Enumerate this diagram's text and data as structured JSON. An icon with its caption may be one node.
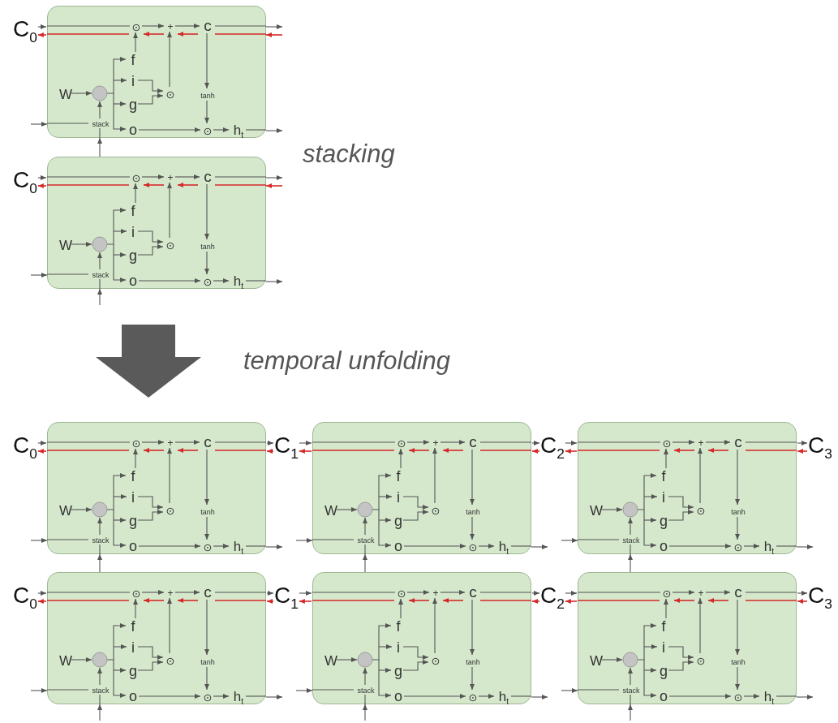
{
  "diagram": {
    "nodes": [
      {
        "text": [
          "C$_{0}$"
        ]
      },
      {
        "text": [
          "⊙",
          "+",
          "c",
          "f",
          "i",
          "W",
          "⊙",
          "tanh",
          "g",
          "stack",
          "o",
          "⊙",
          "h$_{t}$"
        ]
      },
      {
        "text": [
          "C$_{0}$"
        ]
      },
      {
        "text": [
          "⊙",
          "+",
          "c",
          "f",
          "i",
          "W",
          "⊙",
          "tanh",
          "g",
          "stack",
          "o",
          "⊙",
          "h$_{t}$"
        ]
      },
      {
        "text": [
          "C$_{0}$"
        ]
      },
      {
        "text": [
          "⊙",
          "+",
          "c",
          "f",
          "i",
          "W",
          "⊙",
          "tanh",
          "g",
          "stack",
          "o",
          "⊙",
          "h$_{t}$"
        ]
      },
      {
        "text": [
          "C$_{1}$"
        ]
      },
      {
        "text": [
          "⊙",
          "+",
          "c",
          "f",
          "i",
          "W",
          "⊙",
          "tanh",
          "g",
          "stack",
          "o",
          "⊙",
          "h$_{t}$"
        ]
      },
      {
        "text": [
          "C$_{2}$"
        ]
      },
      {
        "text": [
          "⊙",
          "+",
          "c",
          "f",
          "i",
          "W",
          "⊙",
          "tanh",
          "g",
          "stack",
          "o",
          "⊙",
          "h$_{t}$"
        ]
      },
      {
        "text": [
          "C$_{3}$"
        ]
      },
      {
        "text": [
          "C$_{0}$"
        ]
      },
      {
        "text": [
          "⊙",
          "+",
          "c",
          "f",
          "i",
          "W",
          "⊙",
          "tanh",
          "g",
          "stack",
          "o",
          "⊙",
          "h$_{t}$"
        ]
      },
      {
        "text": [
          "C$_{1}$"
        ]
      },
      {
        "text": [
          "⊙",
          "+",
          "c",
          "f",
          "i",
          "W",
          "⊙",
          "tanh",
          "g",
          "stack",
          "o",
          "⊙",
          "h$_{t}$"
        ]
      },
      {
        "text": [
          "C$_{2}$"
        ]
      },
      {
        "text": [
          "⊙",
          "+",
          "c",
          "f",
          "i",
          "W",
          "⊙",
          "tanh",
          "g",
          "stack",
          "o",
          "⊙",
          "h$_{t}$"
        ]
      },
      {
        "text": [
          "C$_{3}$"
        ]
      }
    ],
    "edges": [
      {
        "from": 0,
        "to": 1,
        "arrow": "to"
      },
      {
        "from": 1,
        "to": 0,
        "arrow": "to",
        "color": "#d42a2a"
      },
      {
        "from": 1,
        "to": null,
        "arrow": "to"
      },
      {
        "from": null,
        "to": 1,
        "arrow": "to",
        "color": "#d42a2a"
      },
      {
        "from": null,
        "to": 1,
        "arrow": "to"
      },
      {
        "from": 1,
        "to": null,
        "arrow": "to"
      },
      {
        "from": 3,
        "to": 1,
        "arrow": "to"
      },
      {
        "from": 2,
        "to": 3,
        "arrow": "to"
      },
      {
        "from": 3,
        "to": 2,
        "arrow": "to",
        "color": "#d42a2a"
      },
      {
        "from": 3,
        "to": null,
        "arrow": "to"
      },
      {
        "from": null,
        "to": 3,
        "arrow": "to",
        "color": "#d42a2a"
      },
      {
        "from": null,
        "to": 3,
        "arrow": "to"
      },
      {
        "from": 3,
        "to": null,
        "arrow": "to"
      },
      {
        "from": null,
        "to": 3,
        "arrow": "to"
      },
      {
        "from": 4,
        "to": 5,
        "arrow": "to"
      },
      {
        "from": 5,
        "to": 4,
        "arrow": "to",
        "color": "#d42a2a"
      },
      {
        "from": 5,
        "to": 6,
        "arrow": "to"
      },
      {
        "from": 6,
        "to": 5,
        "arrow": "to",
        "color": "#d42a2a"
      },
      {
        "from": null,
        "to": 5,
        "arrow": "to"
      },
      {
        "from": 5,
        "to": null,
        "arrow": "to"
      },
      {
        "from": 12,
        "to": 5,
        "arrow": "to"
      },
      {
        "from": 6,
        "to": 7,
        "arrow": "to"
      },
      {
        "from": 7,
        "to": 6,
        "arrow": "to",
        "color": "#d42a2a"
      },
      {
        "from": 7,
        "to": 8,
        "arrow": "to"
      },
      {
        "from": 8,
        "to": 7,
        "arrow": "to",
        "color": "#d42a2a"
      },
      {
        "from": null,
        "to": 7,
        "arrow": "to"
      },
      {
        "from": 7,
        "to": null,
        "arrow": "to"
      },
      {
        "from": 14,
        "to": 7,
        "arrow": "to"
      },
      {
        "from": 8,
        "to": 9,
        "arrow": "to"
      },
      {
        "from": 9,
        "to": 8,
        "arrow": "to",
        "color": "#d42a2a"
      },
      {
        "from": 9,
        "to": 10,
        "arrow": "to"
      },
      {
        "from": 10,
        "to": 9,
        "arrow": "to",
        "color": "#d42a2a"
      },
      {
        "from": null,
        "to": 9,
        "arrow": "to"
      },
      {
        "from": 9,
        "to": null,
        "arrow": "to"
      },
      {
        "from": 16,
        "to": 9,
        "arrow": "to"
      },
      {
        "from": 11,
        "to": 12,
        "arrow": "to"
      },
      {
        "from": 12,
        "to": 11,
        "arrow": "to",
        "color": "#d42a2a"
      },
      {
        "from": 12,
        "to": 13,
        "arrow": "to"
      },
      {
        "from": 13,
        "to": 12,
        "arrow": "to",
        "color": "#d42a2a"
      },
      {
        "from": null,
        "to": 12,
        "arrow": "to"
      },
      {
        "from": 12,
        "to": null,
        "arrow": "to"
      },
      {
        "from": null,
        "to": 12,
        "arrow": "to"
      },
      {
        "from": 13,
        "to": 14,
        "arrow": "to"
      },
      {
        "from": 14,
        "to": 13,
        "arrow": "to",
        "color": "#d42a2a"
      },
      {
        "from": 14,
        "to": 15,
        "arrow": "to"
      },
      {
        "from": 15,
        "to": 14,
        "arrow": "to",
        "color": "#d42a2a"
      },
      {
        "from": null,
        "to": 14,
        "arrow": "to"
      },
      {
        "from": 14,
        "to": null,
        "arrow": "to"
      },
      {
        "from": null,
        "to": 14,
        "arrow": "to"
      },
      {
        "from": 15,
        "to": 16,
        "arrow": "to"
      },
      {
        "from": 16,
        "to": 15,
        "arrow": "to",
        "color": "#d42a2a"
      },
      {
        "from": 16,
        "to": 17,
        "arrow": "to"
      },
      {
        "from": 17,
        "to": 16,
        "arrow": "to",
        "color": "#d42a2a"
      },
      {
        "from": null,
        "to": 16,
        "arrow": "to"
      },
      {
        "from": 16,
        "to": null,
        "arrow": "to"
      },
      {
        "from": null,
        "to": 16,
        "arrow": "to"
      }
    ],
    "labels": [
      "stacking",
      "temporal unfolding"
    ]
  }
}
